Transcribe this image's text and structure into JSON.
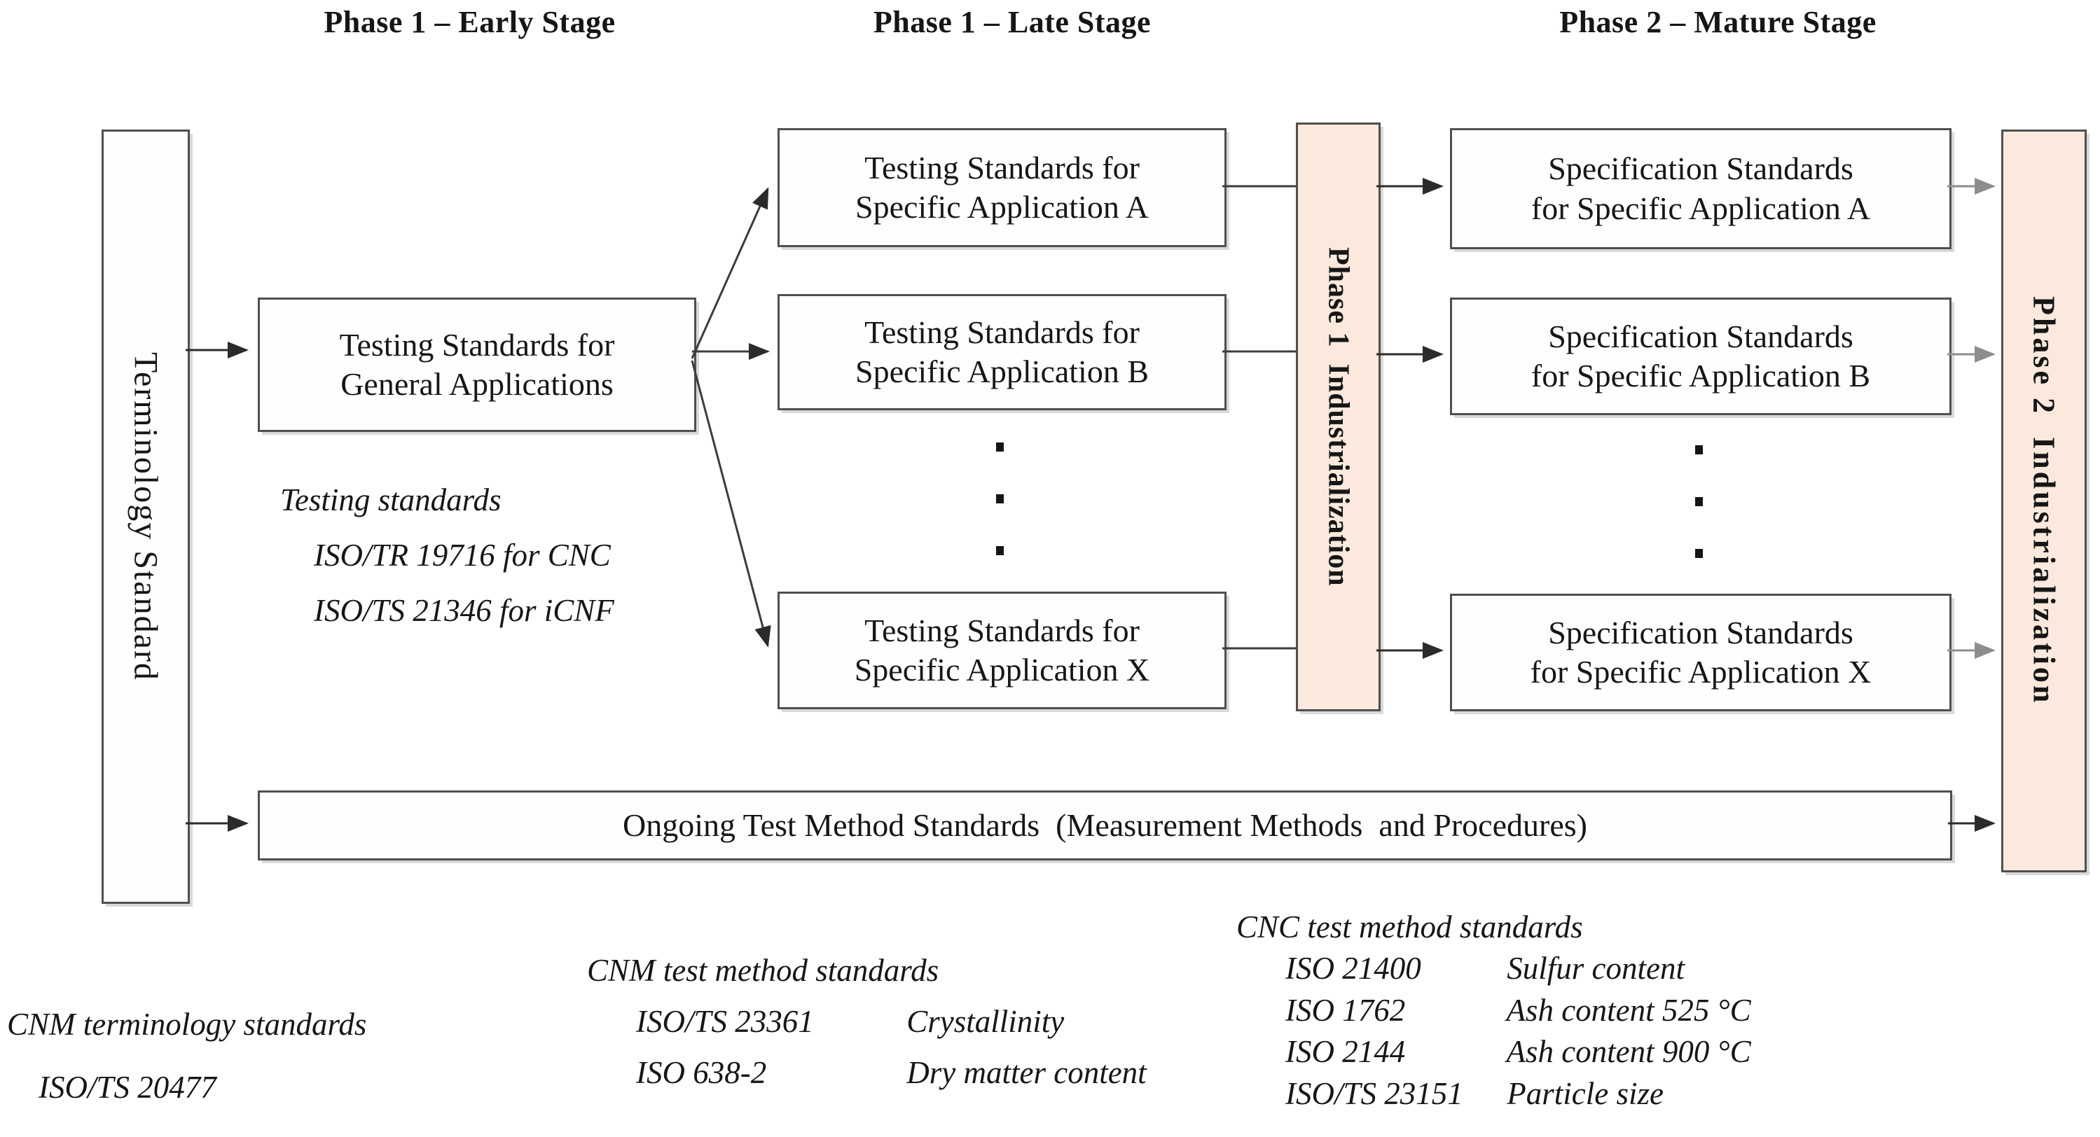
{
  "headers": [
    {
      "label": "Phase 1 – Early Stage"
    },
    {
      "label": "Phase 1 – Late Stage"
    },
    {
      "label": "Phase 2 – Mature Stage"
    }
  ],
  "nodes": {
    "terminology": "Terminology Standard",
    "general": "Testing Standards for\nGeneral Applications",
    "testing_a": "Testing Standards for\nSpecific Application A",
    "testing_b": "Testing Standards for\nSpecific Application B",
    "testing_x": "Testing Standards for\nSpecific Application X",
    "spec_a": "Specification Standards\nfor Specific Application A",
    "spec_b": "Specification Standards\nfor Specific Application B",
    "spec_x": "Specification Standards\nfor Specific Application X",
    "phase1_bar": "Phase 1  Industrialization",
    "phase2_bar": "Phase 2  Industrialization",
    "ongoing": "Ongoing Test Method Standards  (Measurement Methods  and Procedures)"
  },
  "annotations": {
    "testing_standards": {
      "title": "Testing standards",
      "items": [
        "ISO/TR 19716 for CNC",
        "ISO/TS 21346 for iCNF"
      ]
    },
    "cnm_terminology": {
      "title": "CNM terminology standards",
      "items": [
        "ISO/TS 20477"
      ]
    },
    "cnm_test_methods": {
      "title": "CNM test method standards",
      "items": [
        {
          "code": "ISO/TS 23361",
          "desc": "Crystallinity"
        },
        {
          "code": "ISO 638-2",
          "desc": "Dry matter content"
        }
      ]
    },
    "cnc_test_methods": {
      "title": "CNC test method standards",
      "items": [
        {
          "code": "ISO 21400",
          "desc": "Sulfur content"
        },
        {
          "code": "ISO 1762",
          "desc": "Ash content 525 °C"
        },
        {
          "code": "ISO 2144",
          "desc": "Ash content 900 °C"
        },
        {
          "code": "ISO/TS 23151",
          "desc": "Particle size"
        }
      ]
    }
  },
  "colors": {
    "bar_fill": "#fae9dc",
    "box_border": "#4f4f4f",
    "arrow_black": "#2b2b2b",
    "arrow_gray": "#8d8d8d"
  }
}
